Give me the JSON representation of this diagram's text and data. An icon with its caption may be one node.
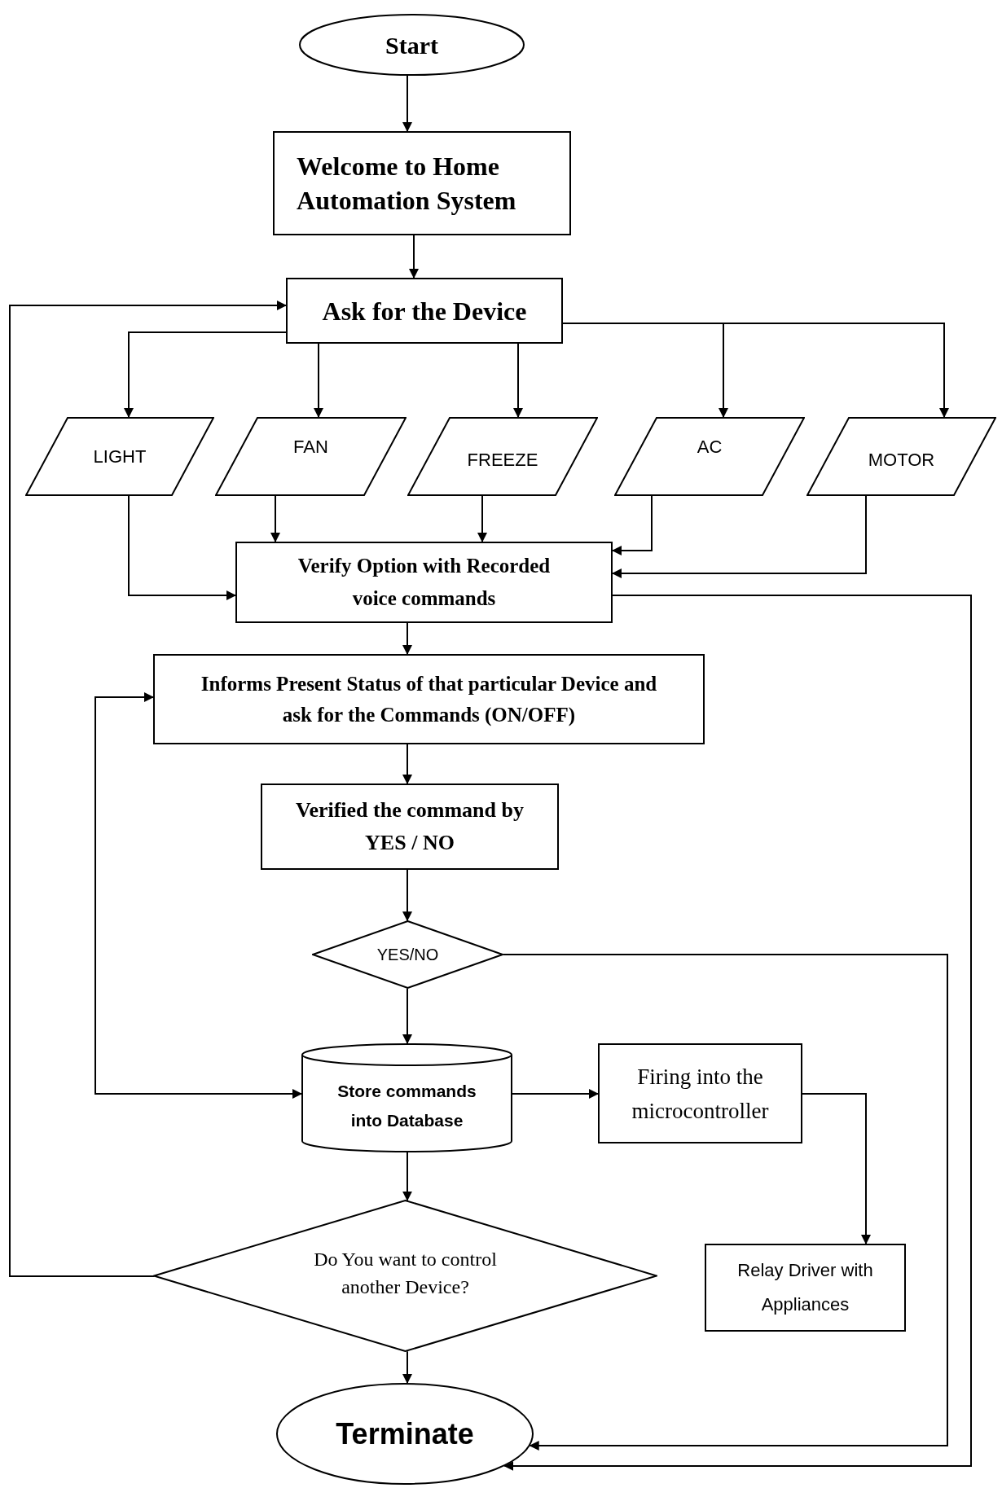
{
  "diagram": {
    "nodes": [
      {
        "text": [
          "Start"
        ]
      },
      {
        "text": [
          "Welcome to Home Automation System"
        ]
      },
      {
        "text": [
          "Ask for the Device"
        ]
      },
      {
        "text": [
          "LIGHT"
        ]
      },
      {
        "text": [
          "FAN"
        ]
      },
      {
        "text": [
          "FREEZE"
        ]
      },
      {
        "text": [
          "AC"
        ]
      },
      {
        "text": [
          "MOTOR"
        ]
      },
      {
        "text": [
          "Verify Option with Recorded voice commands"
        ]
      },
      {
        "text": [
          "Informs Present Status of that particular Device and ask for the Commands (ON/OFF)"
        ]
      },
      {
        "text": [
          "Verified the command by YES / NO"
        ]
      },
      {
        "text": [
          "YES/NO"
        ]
      },
      {
        "text": [
          "Store commands into Database"
        ]
      },
      {
        "text": [
          "Firing into the microcontroller"
        ]
      },
      {
        "text": [
          "Do You want to control another Device?"
        ]
      },
      {
        "text": [
          "Relay Driver with Appliances"
        ]
      },
      {
        "text": [
          "Terminate"
        ]
      }
    ],
    "edges": [
      {
        "from": 0,
        "to": 1,
        "arrow": "to"
      },
      {
        "from": 1,
        "to": 2,
        "arrow": "to"
      },
      {
        "from": 2,
        "to": 3,
        "arrow": "to"
      },
      {
        "from": 2,
        "to": 4,
        "arrow": "to"
      },
      {
        "from": 2,
        "to": 5,
        "arrow": "to"
      },
      {
        "from": 2,
        "to": 6,
        "arrow": "to"
      },
      {
        "from": 2,
        "to": 7,
        "arrow": "to"
      },
      {
        "from": 3,
        "to": 8,
        "arrow": "to"
      },
      {
        "from": 4,
        "to": 8,
        "arrow": "to"
      },
      {
        "from": 5,
        "to": 8,
        "arrow": "to"
      },
      {
        "from": 6,
        "to": 8,
        "arrow": "to"
      },
      {
        "from": 7,
        "to": 8,
        "arrow": "to"
      },
      {
        "from": 8,
        "to": 9,
        "arrow": "to"
      },
      {
        "from": 8,
        "to": 16,
        "arrow": "to"
      },
      {
        "from": 9,
        "to": 10,
        "arrow": "to"
      },
      {
        "from": 10,
        "to": 11,
        "arrow": "to"
      },
      {
        "from": 11,
        "to": 12,
        "arrow": "to"
      },
      {
        "from": 11,
        "to": 16,
        "arrow": "to"
      },
      {
        "from": 12,
        "to": 13,
        "arrow": "to"
      },
      {
        "from": 13,
        "to": 15,
        "arrow": "to"
      },
      {
        "from": 12,
        "to": 14,
        "arrow": "to"
      },
      {
        "from": 14,
        "to": 16,
        "arrow": "to"
      },
      {
        "from": 14,
        "to": 2,
        "arrow": "to"
      },
      {
        "from": 9,
        "to": 12,
        "arrow": "both"
      }
    ]
  }
}
